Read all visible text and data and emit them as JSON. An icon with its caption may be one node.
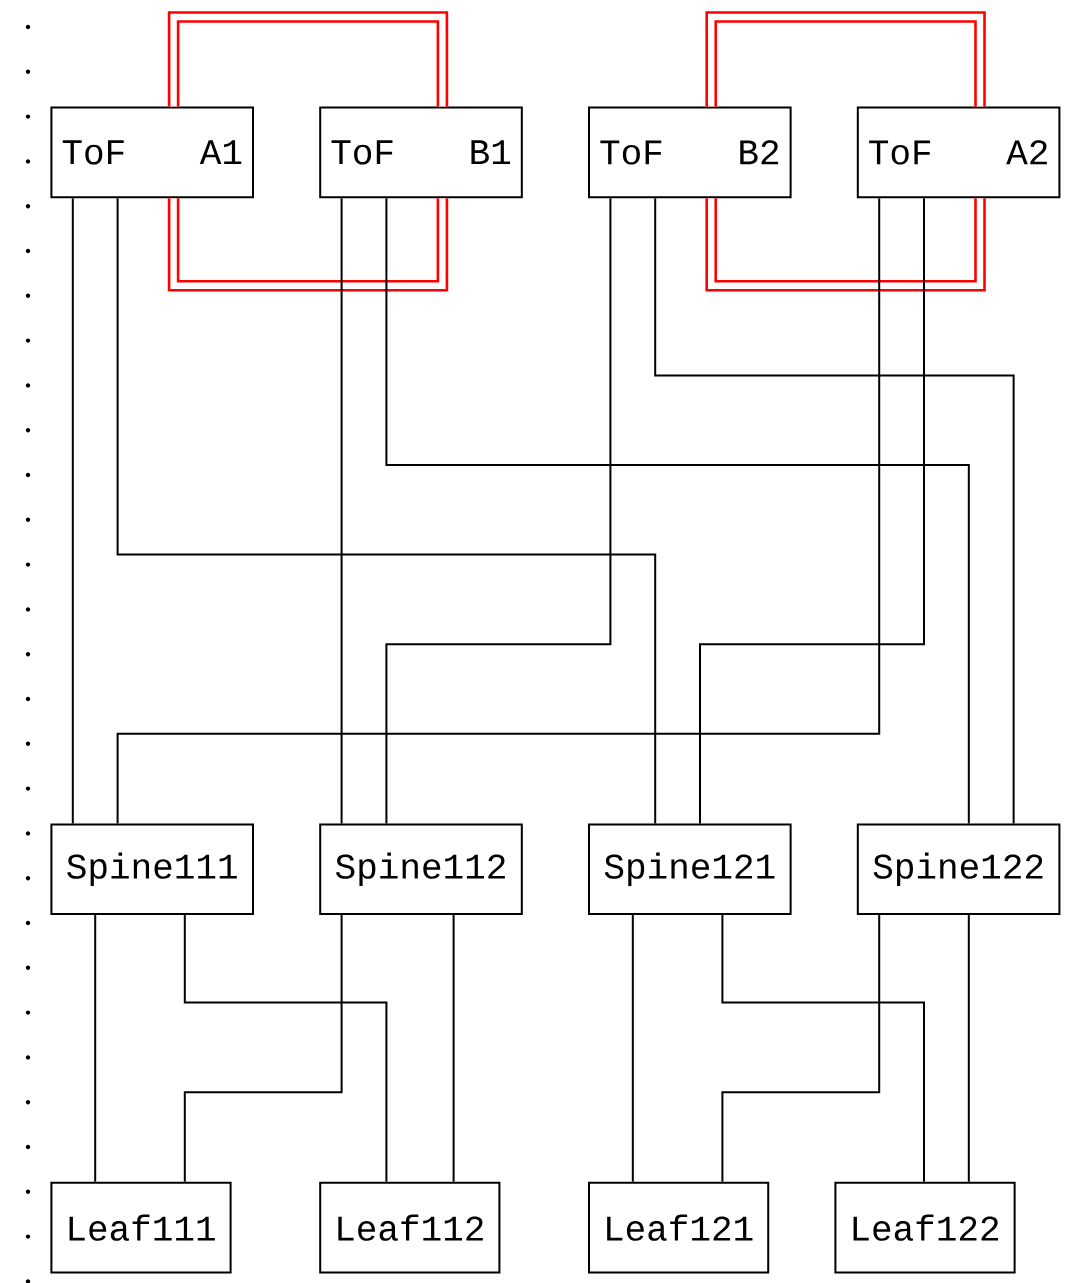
{
  "diagram": {
    "nodes": [
      {
        "text": [
          "ToF",
          "A1"
        ]
      },
      {
        "text": [
          "ToF",
          "B1"
        ]
      },
      {
        "text": [
          "ToF",
          "B2"
        ]
      },
      {
        "text": [
          "ToF",
          "A2"
        ]
      },
      {
        "text": [
          "Spine111"
        ]
      },
      {
        "text": [
          "Spine112"
        ]
      },
      {
        "text": [
          "Spine121"
        ]
      },
      {
        "text": [
          "Spine122"
        ]
      },
      {
        "text": [
          "Leaf111"
        ]
      },
      {
        "text": [
          "Leaf112"
        ]
      },
      {
        "text": [
          "Leaf121"
        ]
      },
      {
        "text": [
          "Leaf122"
        ]
      }
    ],
    "edges": [
      {
        "from": 0,
        "to": 1,
        "arrow": "none",
        "style": "thick",
        "color": "#ff0000"
      },
      {
        "from": 0,
        "to": 1,
        "arrow": "none",
        "style": "thick",
        "color": "#ff0000"
      },
      {
        "from": 2,
        "to": 3,
        "arrow": "none",
        "style": "thick",
        "color": "#ff0000"
      },
      {
        "from": 2,
        "to": 3,
        "arrow": "none",
        "style": "thick",
        "color": "#ff0000"
      },
      {
        "from": 0,
        "to": 4,
        "arrow": "none"
      },
      {
        "from": 0,
        "to": 6,
        "arrow": "none"
      },
      {
        "from": 1,
        "to": 5,
        "arrow": "none"
      },
      {
        "from": 1,
        "to": 7,
        "arrow": "none"
      },
      {
        "from": 2,
        "to": 5,
        "arrow": "none"
      },
      {
        "from": 2,
        "to": 7,
        "arrow": "none"
      },
      {
        "from": 3,
        "to": 4,
        "arrow": "none"
      },
      {
        "from": 3,
        "to": 6,
        "arrow": "none"
      },
      {
        "from": 4,
        "to": 8,
        "arrow": "none"
      },
      {
        "from": 4,
        "to": 9,
        "arrow": "none"
      },
      {
        "from": 5,
        "to": 8,
        "arrow": "none"
      },
      {
        "from": 5,
        "to": 9,
        "arrow": "none"
      },
      {
        "from": 6,
        "to": 10,
        "arrow": "none"
      },
      {
        "from": 6,
        "to": 11,
        "arrow": "none"
      },
      {
        "from": 7,
        "to": 10,
        "arrow": "none"
      },
      {
        "from": 7,
        "to": 11,
        "arrow": "none"
      }
    ]
  }
}
